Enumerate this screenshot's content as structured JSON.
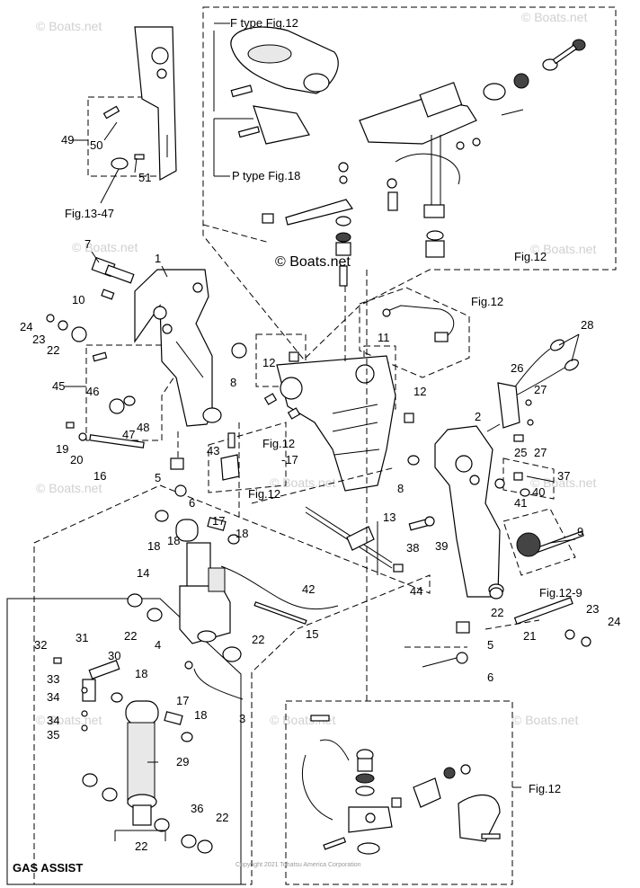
{
  "callouts": {
    "n1": "1",
    "n2": "2",
    "n3": "3",
    "n4": "4",
    "n5a": "5",
    "n5b": "5",
    "n6a": "6",
    "n6b": "6",
    "n7": "7",
    "n8a": "8",
    "n8b": "8",
    "n9": "9",
    "n10": "10",
    "n11": "11",
    "n12a": "12",
    "n12b": "12",
    "n13": "13",
    "n14": "14",
    "n15": "15",
    "n16": "16",
    "n17a": "17",
    "n17b": "17",
    "n18a": "18",
    "n18b": "18",
    "n18c": "18",
    "n18d": "18",
    "n18e": "18",
    "n19": "19",
    "n20": "20",
    "n21": "21",
    "n22a": "22",
    "n22b": "22",
    "n22c": "22",
    "n22d": "22",
    "n22e": "22",
    "n22f": "22",
    "n23a": "23",
    "n23b": "23",
    "n24a": "24",
    "n24b": "24",
    "n25": "25",
    "n26": "26",
    "n27a": "27",
    "n27b": "27",
    "n28": "28",
    "n29": "29",
    "n30": "30",
    "n31": "31",
    "n32": "32",
    "n33": "33",
    "n34a": "34",
    "n34b": "34",
    "n35": "35",
    "n36": "36",
    "n37": "37",
    "n38": "38",
    "n39": "39",
    "n40": "40",
    "n41": "41",
    "n42": "42",
    "n43": "43",
    "n44": "44",
    "n45": "45",
    "n46": "46",
    "n47": "47",
    "n48": "48",
    "n49": "49",
    "n50": "50",
    "n51": "51",
    "n17neg": "-17"
  },
  "figure_refs": {
    "f_type": "F type Fig.12",
    "p_type": "P type Fig.18",
    "fig12_a": "Fig.12",
    "fig12_b": "Fig.12",
    "fig12_c": "Fig.12",
    "fig12_d": "Fig.12",
    "fig12_e": "Fig.12",
    "fig12_9": "Fig.12-9",
    "fig13_47": "Fig.13-47"
  },
  "section_label": "GAS ASSIST",
  "watermark_main": "© Boats.net",
  "watermark_faint": "© Boats.net",
  "copyright": "Copyright 2021 Tohatsu America Corporation"
}
